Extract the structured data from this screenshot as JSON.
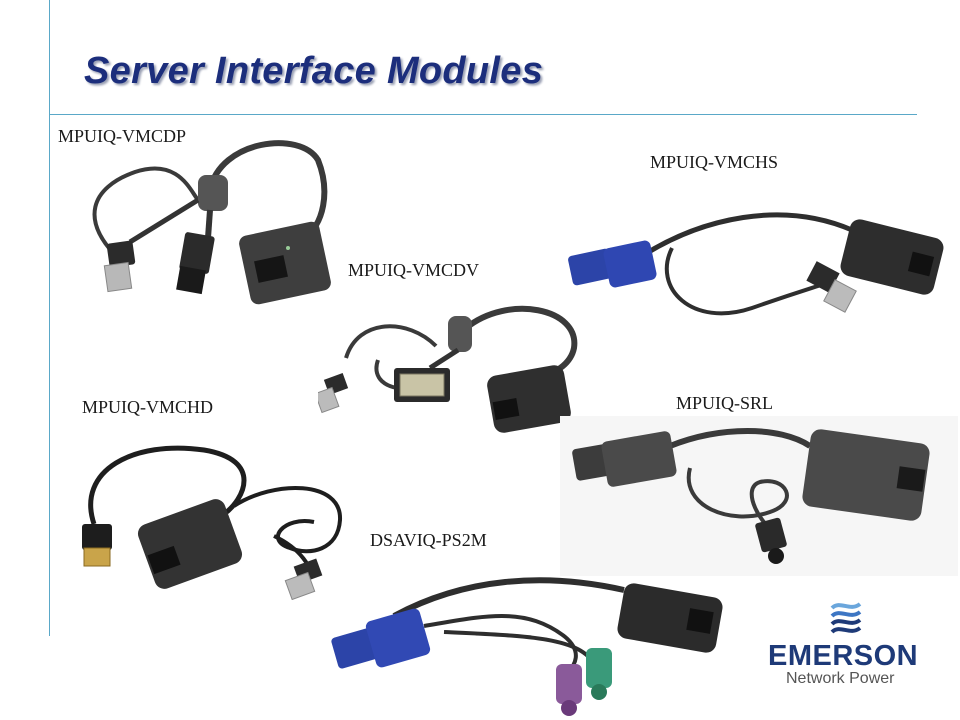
{
  "slide": {
    "title": "Server Interface Modules",
    "modules": [
      {
        "label": "MPUIQ-VMCDP",
        "icon": "displayport-usb-cable-module"
      },
      {
        "label": "MPUIQ-VMCHS",
        "icon": "vga-usb-cable-module"
      },
      {
        "label": "MPUIQ-VMCDV",
        "icon": "dvi-usb-cable-module"
      },
      {
        "label": "MPUIQ-VMCHD",
        "icon": "hdmi-usb-cable-module"
      },
      {
        "label": "MPUIQ-SRL",
        "icon": "serial-cable-module"
      },
      {
        "label": "DSAVIQ-PS2M",
        "icon": "vga-ps2-cable-module"
      }
    ]
  },
  "logo": {
    "word": "EMERSON",
    "tagline": "Network Power"
  },
  "colors": {
    "title": "#1c2e7c",
    "rule": "#5aa8c8",
    "logo_blue": "#1e3a78"
  }
}
